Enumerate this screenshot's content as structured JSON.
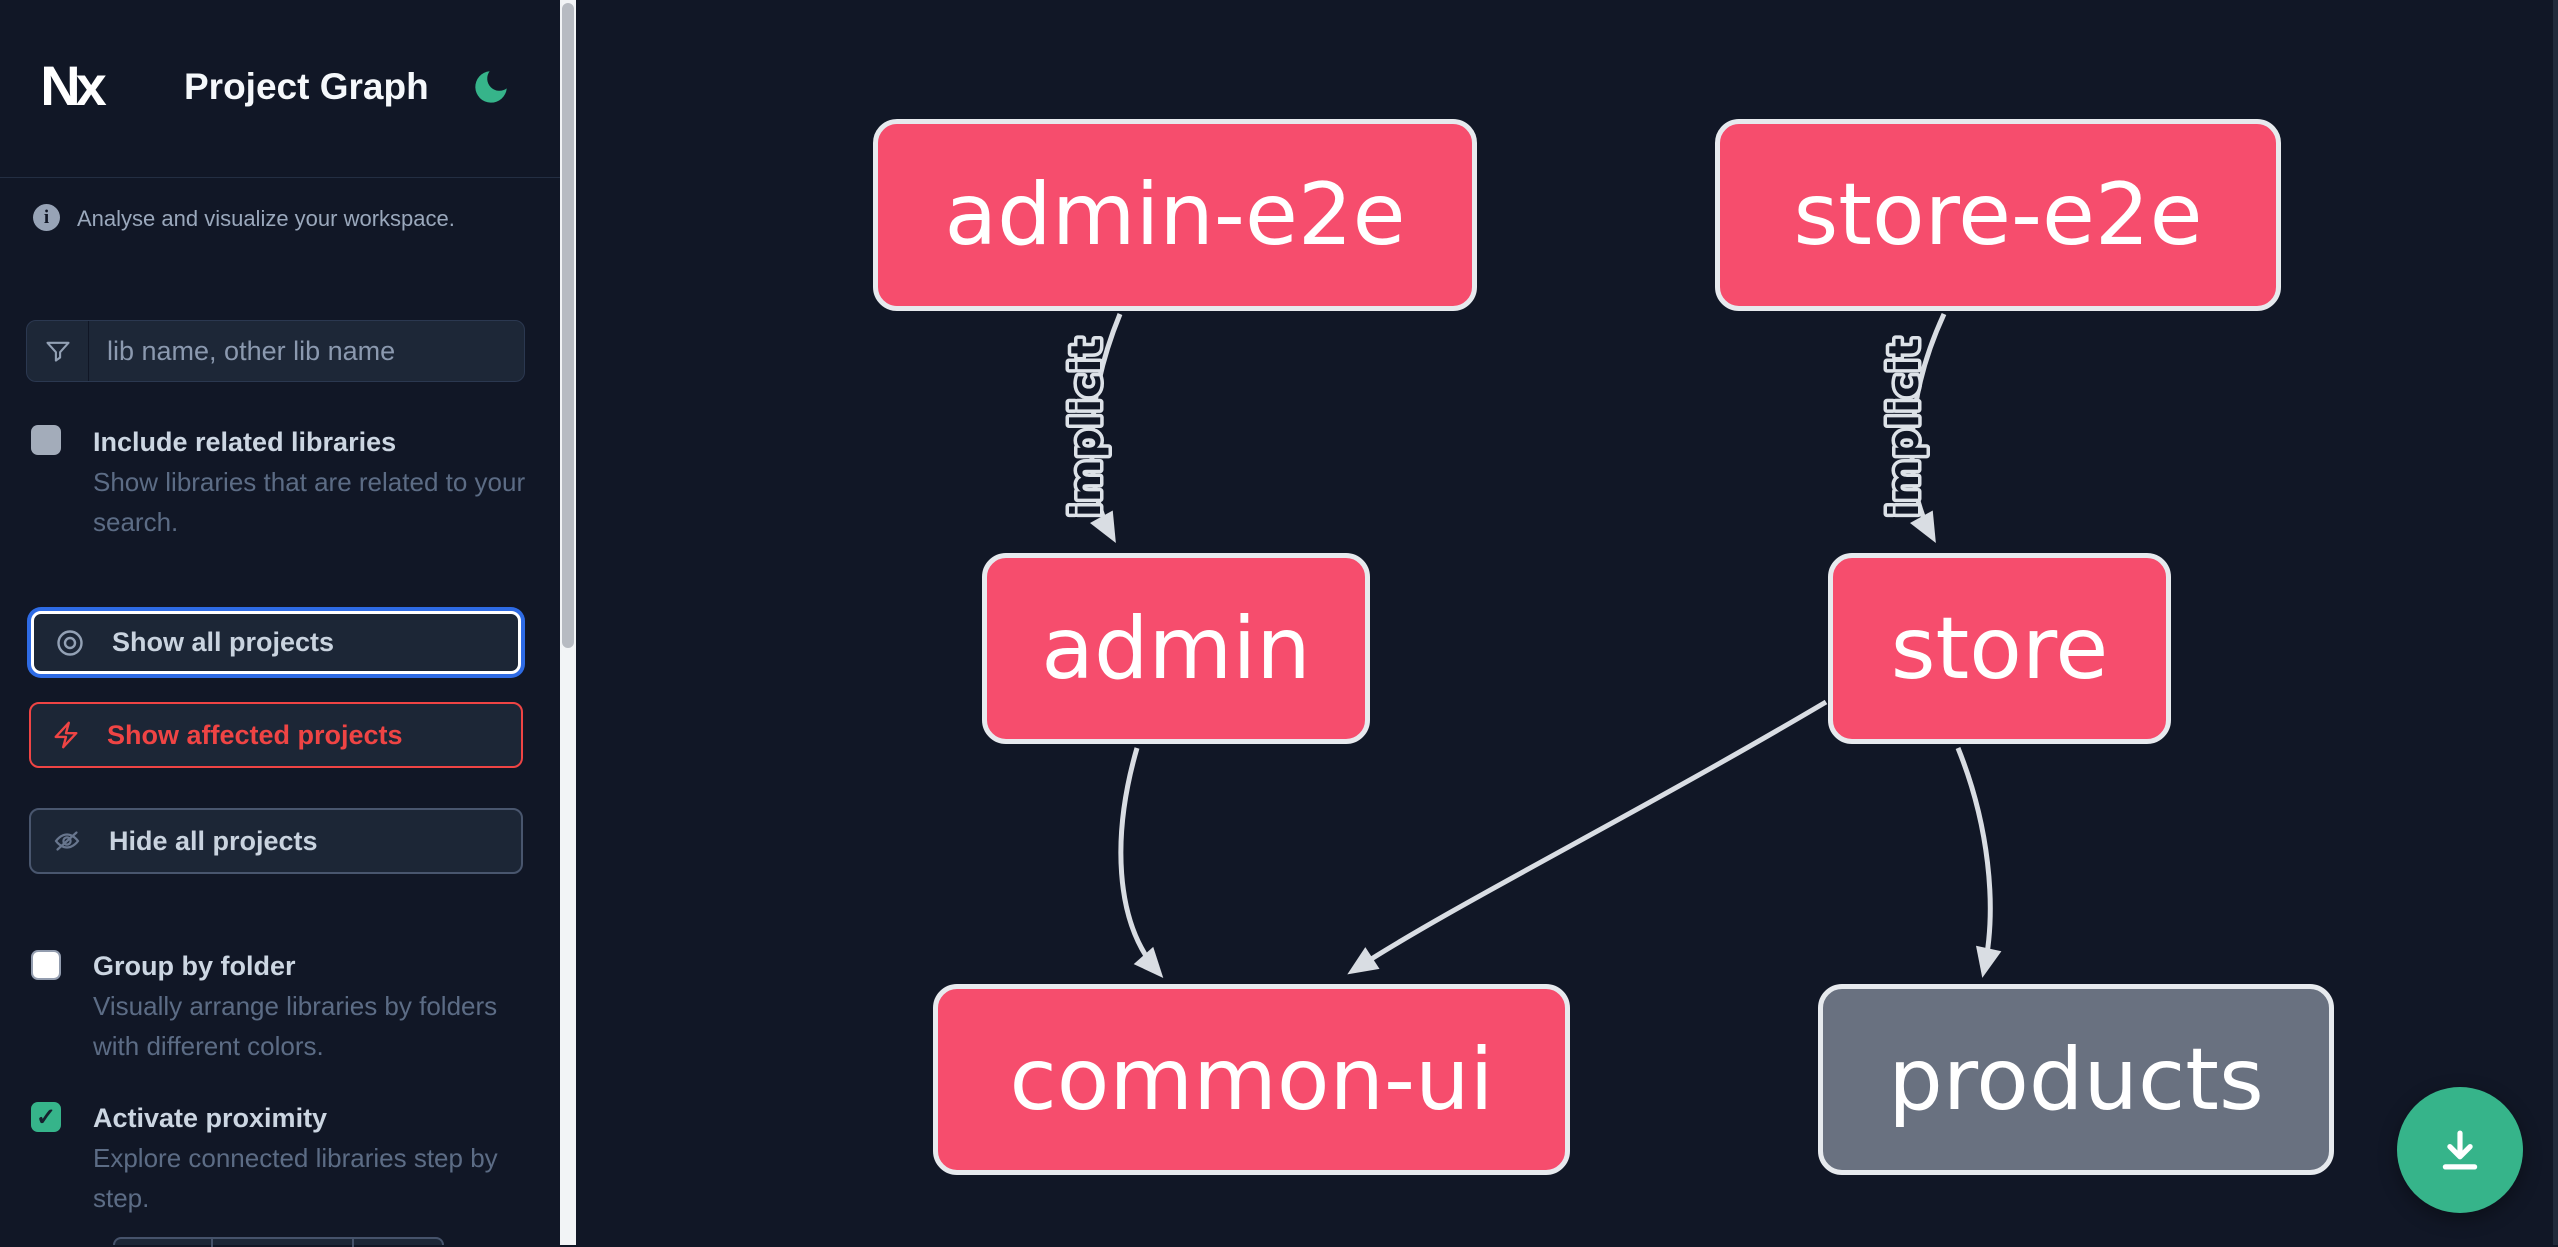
{
  "header": {
    "logo_text": "Nx",
    "title": "Project Graph"
  },
  "sidebar": {
    "tagline": "Analyse and visualize your workspace.",
    "filter_placeholder": "lib name, other lib name",
    "include_related": {
      "label": "Include related libraries",
      "description": "Show libraries that are related to your search.",
      "checked": false
    },
    "actions": {
      "show_all": "Show all projects",
      "show_affected": "Show affected projects",
      "hide_all": "Hide all projects"
    },
    "group_by_folder": {
      "label": "Group by folder",
      "description": "Visually arrange libraries by folders with different colors.",
      "checked": false
    },
    "activate_proximity": {
      "label": "Activate proximity",
      "description": "Explore connected libraries step by step.",
      "checked": true
    }
  },
  "graph": {
    "nodes": [
      {
        "id": "admin-e2e",
        "label": "admin-e2e",
        "kind": "affected"
      },
      {
        "id": "store-e2e",
        "label": "store-e2e",
        "kind": "affected"
      },
      {
        "id": "admin",
        "label": "admin",
        "kind": "affected"
      },
      {
        "id": "store",
        "label": "store",
        "kind": "affected"
      },
      {
        "id": "common-ui",
        "label": "common-ui",
        "kind": "affected"
      },
      {
        "id": "products",
        "label": "products",
        "kind": "unaffected"
      }
    ],
    "edges": [
      {
        "from": "admin-e2e",
        "to": "admin",
        "label": "implicit"
      },
      {
        "from": "store-e2e",
        "to": "store",
        "label": "implicit"
      },
      {
        "from": "admin",
        "to": "common-ui",
        "label": ""
      },
      {
        "from": "store",
        "to": "common-ui",
        "label": ""
      },
      {
        "from": "store",
        "to": "products",
        "label": ""
      }
    ]
  },
  "icons": {
    "check": "✓",
    "info": "i"
  },
  "fab": {
    "icon": "download"
  },
  "colors": {
    "background": "#111726",
    "node_affected": "#f64d6d",
    "node_unaffected": "#697180",
    "node_border": "#e7eaee",
    "edge": "#d9dde3",
    "accent_green": "#36b48a",
    "focus_ring_blue": "#2e6be5",
    "affected_red": "#ef4444"
  }
}
